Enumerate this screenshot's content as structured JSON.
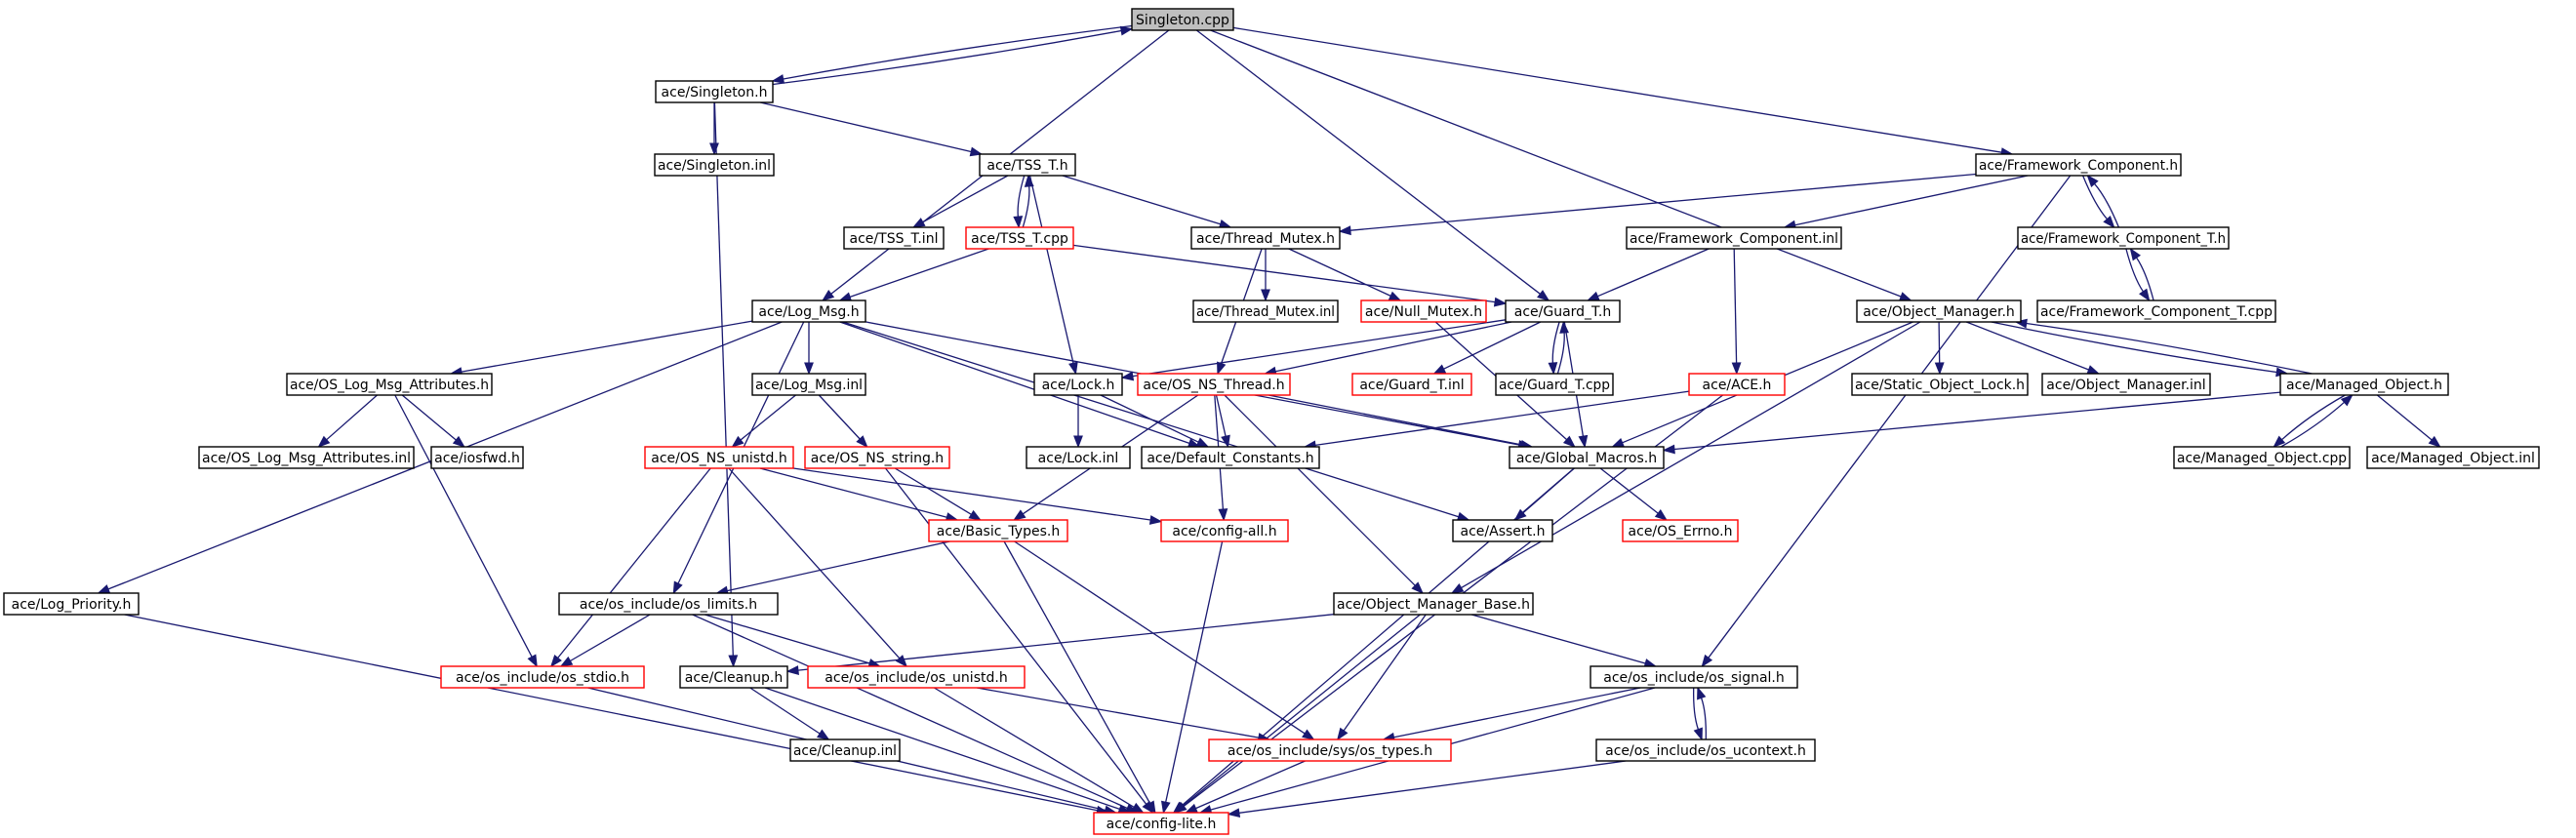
{
  "diagram": {
    "colors": {
      "normal": "#000000",
      "red": "#ff0000",
      "edge": "#191970",
      "root_fill": "#bfbfbf"
    },
    "nodes": [
      {
        "id": "singleton_cpp",
        "label": "Singleton.cpp",
        "style": "root"
      },
      {
        "id": "singleton_h",
        "label": "ace/Singleton.h",
        "style": "normal"
      },
      {
        "id": "singleton_inl",
        "label": "ace/Singleton.inl",
        "style": "normal"
      },
      {
        "id": "tss_t_h",
        "label": "ace/TSS_T.h",
        "style": "normal"
      },
      {
        "id": "tss_t_inl",
        "label": "ace/TSS_T.inl",
        "style": "normal"
      },
      {
        "id": "tss_t_cpp",
        "label": "ace/TSS_T.cpp",
        "style": "red"
      },
      {
        "id": "thread_mutex_h",
        "label": "ace/Thread_Mutex.h",
        "style": "normal"
      },
      {
        "id": "thread_mutex_inl",
        "label": "ace/Thread_Mutex.inl",
        "style": "normal"
      },
      {
        "id": "null_mutex_h",
        "label": "ace/Null_Mutex.h",
        "style": "red"
      },
      {
        "id": "guard_t_h",
        "label": "ace/Guard_T.h",
        "style": "normal"
      },
      {
        "id": "guard_t_inl",
        "label": "ace/Guard_T.inl",
        "style": "red"
      },
      {
        "id": "guard_t_cpp",
        "label": "ace/Guard_T.cpp",
        "style": "normal"
      },
      {
        "id": "log_msg_h",
        "label": "ace/Log_Msg.h",
        "style": "normal"
      },
      {
        "id": "os_log_msg_attr_h",
        "label": "ace/OS_Log_Msg_Attributes.h",
        "style": "normal"
      },
      {
        "id": "os_log_msg_attr_inl",
        "label": "ace/OS_Log_Msg_Attributes.inl",
        "style": "normal"
      },
      {
        "id": "iosfwd_h",
        "label": "ace/iosfwd.h",
        "style": "normal"
      },
      {
        "id": "log_msg_inl",
        "label": "ace/Log_Msg.inl",
        "style": "normal"
      },
      {
        "id": "os_ns_unistd_h",
        "label": "ace/OS_NS_unistd.h",
        "style": "red"
      },
      {
        "id": "os_ns_string_h",
        "label": "ace/OS_NS_string.h",
        "style": "red"
      },
      {
        "id": "lock_h",
        "label": "ace/Lock.h",
        "style": "normal"
      },
      {
        "id": "lock_inl",
        "label": "ace/Lock.inl",
        "style": "normal"
      },
      {
        "id": "os_ns_thread_h",
        "label": "ace/OS_NS_Thread.h",
        "style": "red"
      },
      {
        "id": "default_constants_h",
        "label": "ace/Default_Constants.h",
        "style": "normal"
      },
      {
        "id": "global_macros_h",
        "label": "ace/Global_Macros.h",
        "style": "normal"
      },
      {
        "id": "basic_types_h",
        "label": "ace/Basic_Types.h",
        "style": "red"
      },
      {
        "id": "config_all_h",
        "label": "ace/config-all.h",
        "style": "red"
      },
      {
        "id": "assert_h",
        "label": "ace/Assert.h",
        "style": "normal"
      },
      {
        "id": "os_errno_h",
        "label": "ace/OS_Errno.h",
        "style": "red"
      },
      {
        "id": "log_priority_h",
        "label": "ace/Log_Priority.h",
        "style": "normal"
      },
      {
        "id": "os_limits_h",
        "label": "ace/os_include/os_limits.h",
        "style": "normal"
      },
      {
        "id": "os_stdio_h",
        "label": "ace/os_include/os_stdio.h",
        "style": "red"
      },
      {
        "id": "cleanup_h",
        "label": "ace/Cleanup.h",
        "style": "normal"
      },
      {
        "id": "cleanup_inl",
        "label": "ace/Cleanup.inl",
        "style": "normal"
      },
      {
        "id": "os_unistd_h",
        "label": "ace/os_include/os_unistd.h",
        "style": "red"
      },
      {
        "id": "os_types_h",
        "label": "ace/os_include/sys/os_types.h",
        "style": "red"
      },
      {
        "id": "config_lite_h",
        "label": "ace/config-lite.h",
        "style": "red"
      },
      {
        "id": "framework_component_h",
        "label": "ace/Framework_Component.h",
        "style": "normal"
      },
      {
        "id": "framework_component_inl",
        "label": "ace/Framework_Component.inl",
        "style": "normal"
      },
      {
        "id": "framework_component_t_h",
        "label": "ace/Framework_Component_T.h",
        "style": "normal"
      },
      {
        "id": "framework_component_t_cpp",
        "label": "ace/Framework_Component_T.cpp",
        "style": "normal"
      },
      {
        "id": "object_manager_h",
        "label": "ace/Object_Manager.h",
        "style": "normal"
      },
      {
        "id": "ace_h",
        "label": "ace/ACE.h",
        "style": "red"
      },
      {
        "id": "static_object_lock_h",
        "label": "ace/Static_Object_Lock.h",
        "style": "normal"
      },
      {
        "id": "object_manager_inl",
        "label": "ace/Object_Manager.inl",
        "style": "normal"
      },
      {
        "id": "managed_object_h",
        "label": "ace/Managed_Object.h",
        "style": "normal"
      },
      {
        "id": "managed_object_cpp",
        "label": "ace/Managed_Object.cpp",
        "style": "normal"
      },
      {
        "id": "managed_object_inl",
        "label": "ace/Managed_Object.inl",
        "style": "normal"
      },
      {
        "id": "object_manager_base_h",
        "label": "ace/Object_Manager_Base.h",
        "style": "normal"
      },
      {
        "id": "os_signal_h",
        "label": "ace/os_include/os_signal.h",
        "style": "normal"
      },
      {
        "id": "os_ucontext_h",
        "label": "ace/os_include/os_ucontext.h",
        "style": "normal"
      }
    ],
    "edges": [
      [
        "singleton_cpp",
        "singleton_h"
      ],
      [
        "singleton_h",
        "singleton_cpp"
      ],
      [
        "singleton_cpp",
        "log_msg_h"
      ],
      [
        "singleton_cpp",
        "guard_t_h"
      ],
      [
        "singleton_cpp",
        "object_manager_h"
      ],
      [
        "singleton_cpp",
        "framework_component_h"
      ],
      [
        "singleton_h",
        "singleton_inl"
      ],
      [
        "singleton_h",
        "tss_t_h"
      ],
      [
        "singleton_h",
        "cleanup_h"
      ],
      [
        "tss_t_h",
        "tss_t_inl"
      ],
      [
        "tss_t_h",
        "tss_t_cpp"
      ],
      [
        "tss_t_cpp",
        "tss_t_h"
      ],
      [
        "tss_t_h",
        "thread_mutex_h"
      ],
      [
        "tss_t_h",
        "lock_h"
      ],
      [
        "tss_t_cpp",
        "log_msg_h"
      ],
      [
        "tss_t_cpp",
        "guard_t_h"
      ],
      [
        "thread_mutex_h",
        "thread_mutex_inl"
      ],
      [
        "thread_mutex_h",
        "null_mutex_h"
      ],
      [
        "thread_mutex_h",
        "os_ns_thread_h"
      ],
      [
        "null_mutex_h",
        "global_macros_h"
      ],
      [
        "guard_t_h",
        "lock_h"
      ],
      [
        "guard_t_h",
        "os_ns_thread_h"
      ],
      [
        "guard_t_h",
        "guard_t_inl"
      ],
      [
        "guard_t_h",
        "guard_t_cpp"
      ],
      [
        "guard_t_cpp",
        "guard_t_h"
      ],
      [
        "guard_t_h",
        "global_macros_h"
      ],
      [
        "log_msg_h",
        "os_log_msg_attr_h"
      ],
      [
        "log_msg_h",
        "log_msg_inl"
      ],
      [
        "log_msg_h",
        "default_constants_h"
      ],
      [
        "log_msg_h",
        "global_macros_h"
      ],
      [
        "log_msg_h",
        "assert_h"
      ],
      [
        "log_msg_h",
        "log_priority_h"
      ],
      [
        "log_msg_h",
        "os_limits_h"
      ],
      [
        "os_log_msg_attr_h",
        "os_log_msg_attr_inl"
      ],
      [
        "os_log_msg_attr_h",
        "iosfwd_h"
      ],
      [
        "os_log_msg_attr_h",
        "os_stdio_h"
      ],
      [
        "log_msg_inl",
        "os_ns_unistd_h"
      ],
      [
        "log_msg_inl",
        "os_ns_string_h"
      ],
      [
        "os_ns_unistd_h",
        "basic_types_h"
      ],
      [
        "os_ns_unistd_h",
        "config_all_h"
      ],
      [
        "os_ns_unistd_h",
        "os_stdio_h"
      ],
      [
        "os_ns_unistd_h",
        "os_unistd_h"
      ],
      [
        "os_ns_string_h",
        "basic_types_h"
      ],
      [
        "os_ns_string_h",
        "config_lite_h"
      ],
      [
        "lock_h",
        "lock_inl"
      ],
      [
        "lock_h",
        "default_constants_h"
      ],
      [
        "os_ns_thread_h",
        "default_constants_h"
      ],
      [
        "os_ns_thread_h",
        "global_macros_h"
      ],
      [
        "os_ns_thread_h",
        "basic_types_h"
      ],
      [
        "os_ns_thread_h",
        "config_all_h"
      ],
      [
        "os_ns_thread_h",
        "object_manager_base_h"
      ],
      [
        "global_macros_h",
        "assert_h"
      ],
      [
        "global_macros_h",
        "os_errno_h"
      ],
      [
        "global_macros_h",
        "config_lite_h"
      ],
      [
        "basic_types_h",
        "os_limits_h"
      ],
      [
        "basic_types_h",
        "config_lite_h"
      ],
      [
        "basic_types_h",
        "os_types_h"
      ],
      [
        "config_all_h",
        "config_lite_h"
      ],
      [
        "log_priority_h",
        "config_lite_h"
      ],
      [
        "os_limits_h",
        "os_stdio_h"
      ],
      [
        "os_limits_h",
        "os_unistd_h"
      ],
      [
        "os_limits_h",
        "config_lite_h"
      ],
      [
        "os_stdio_h",
        "config_lite_h"
      ],
      [
        "cleanup_h",
        "cleanup_inl"
      ],
      [
        "cleanup_h",
        "config_lite_h"
      ],
      [
        "os_unistd_h",
        "os_types_h"
      ],
      [
        "os_unistd_h",
        "config_lite_h"
      ],
      [
        "os_types_h",
        "config_lite_h"
      ],
      [
        "framework_component_h",
        "thread_mutex_h"
      ],
      [
        "framework_component_h",
        "framework_component_inl"
      ],
      [
        "framework_component_h",
        "framework_component_t_h"
      ],
      [
        "framework_component_t_h",
        "framework_component_h"
      ],
      [
        "framework_component_h",
        "os_signal_h"
      ],
      [
        "framework_component_inl",
        "guard_t_h"
      ],
      [
        "framework_component_inl",
        "ace_h"
      ],
      [
        "framework_component_t_h",
        "framework_component_t_cpp"
      ],
      [
        "framework_component_t_cpp",
        "framework_component_t_h"
      ],
      [
        "object_manager_h",
        "global_macros_h"
      ],
      [
        "object_manager_h",
        "static_object_lock_h"
      ],
      [
        "object_manager_h",
        "object_manager_inl"
      ],
      [
        "object_manager_h",
        "managed_object_h"
      ],
      [
        "managed_object_h",
        "object_manager_h"
      ],
      [
        "object_manager_h",
        "object_manager_base_h"
      ],
      [
        "ace_h",
        "default_constants_h"
      ],
      [
        "ace_h",
        "config_lite_h"
      ],
      [
        "managed_object_h",
        "global_macros_h"
      ],
      [
        "managed_object_h",
        "managed_object_cpp"
      ],
      [
        "managed_object_cpp",
        "managed_object_h"
      ],
      [
        "managed_object_h",
        "managed_object_inl"
      ],
      [
        "object_manager_base_h",
        "cleanup_h"
      ],
      [
        "object_manager_base_h",
        "os_types_h"
      ],
      [
        "object_manager_base_h",
        "config_lite_h"
      ],
      [
        "object_manager_base_h",
        "os_signal_h"
      ],
      [
        "os_signal_h",
        "os_types_h"
      ],
      [
        "os_signal_h",
        "config_lite_h"
      ],
      [
        "os_signal_h",
        "os_ucontext_h"
      ],
      [
        "os_ucontext_h",
        "os_signal_h"
      ],
      [
        "os_ucontext_h",
        "config_lite_h"
      ]
    ]
  }
}
